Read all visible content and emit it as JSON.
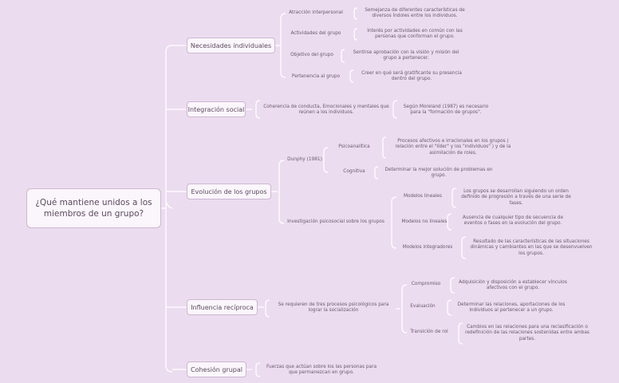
{
  "root": {
    "title": "¿Qué mantiene unidos a los miembros de un grupo?"
  },
  "branches": {
    "necesidades": {
      "label": "Necesidades individuales",
      "items": [
        {
          "label": "Atracción interpersonal",
          "detail": "Semejanza de diferentes características de diversos índoles entre los individuos."
        },
        {
          "label": "Actividades del grupo",
          "detail": "Interés por actividades en común con las personas que conforman el grupo."
        },
        {
          "label": "Objetivo del grupo",
          "detail": "Sentirse aprobación con la visión y misión del grupo a pertenecer."
        },
        {
          "label": "Pertenencia al grupo",
          "detail": "Creer en qué será gratificante su presencia dentro del grupo."
        }
      ]
    },
    "integracion": {
      "label": "Integración social",
      "detail": "Coherencia de conducta, Emocionales y mentales que reúnen a los individuos.",
      "note": "Según Moreland (1987) es necesario para la \"formación de grupos\"."
    },
    "evolucion": {
      "label": "Evolución de los grupos",
      "dunphy": {
        "label": "Dunphy (1981)",
        "items": [
          {
            "label": "Psicoanalítica",
            "detail": "Procesos afectivos e irracionales en los grupos ( relación entre el \"líder\" y los \"individuos\" ) y de la asimilación de roles."
          },
          {
            "label": "Cognitiva",
            "detail": "Determinar la mejor solución de problemas en grupo."
          }
        ]
      },
      "investigacion": {
        "label": "Investigación psicosocial sobre los grupos",
        "items": [
          {
            "label": "Modelos lineales",
            "detail": "Los grupos se desarrollan siguiendo un orden definido de progresión a través de una serie de fases."
          },
          {
            "label": "Modelos no lineales",
            "detail": "Ausencia de cualquier tipo de secuencia de eventos o fases en la evolución del grupo."
          },
          {
            "label": "Modelos integradores",
            "detail": "Resultado de las características de las situaciones dinámicas y cambiantes en las que se desenvuelven los grupos."
          }
        ]
      }
    },
    "influencia": {
      "label": "Influencia recíproca",
      "detail": "Se requieren de tres procesos psicológicos para lograr la socialización",
      "items": [
        {
          "label": "Compromiso",
          "detail": "Adquisición y disposición a establecer vínculos afectivos con el grupo."
        },
        {
          "label": "Evaluación",
          "detail": "Determinar las relaciones, aportaciones de los individuos al pertenecer a un grupo."
        },
        {
          "label": "Transición de rol",
          "detail": "Cambios en las relaciones para una reclasificación o redefinición de las relaciones sostenidas entre ambas partes."
        }
      ]
    },
    "cohesion": {
      "label": "Cohesión grupal",
      "detail": "Fuerzas que actúan sobre los las personas para que permanezcan en grupo."
    }
  }
}
